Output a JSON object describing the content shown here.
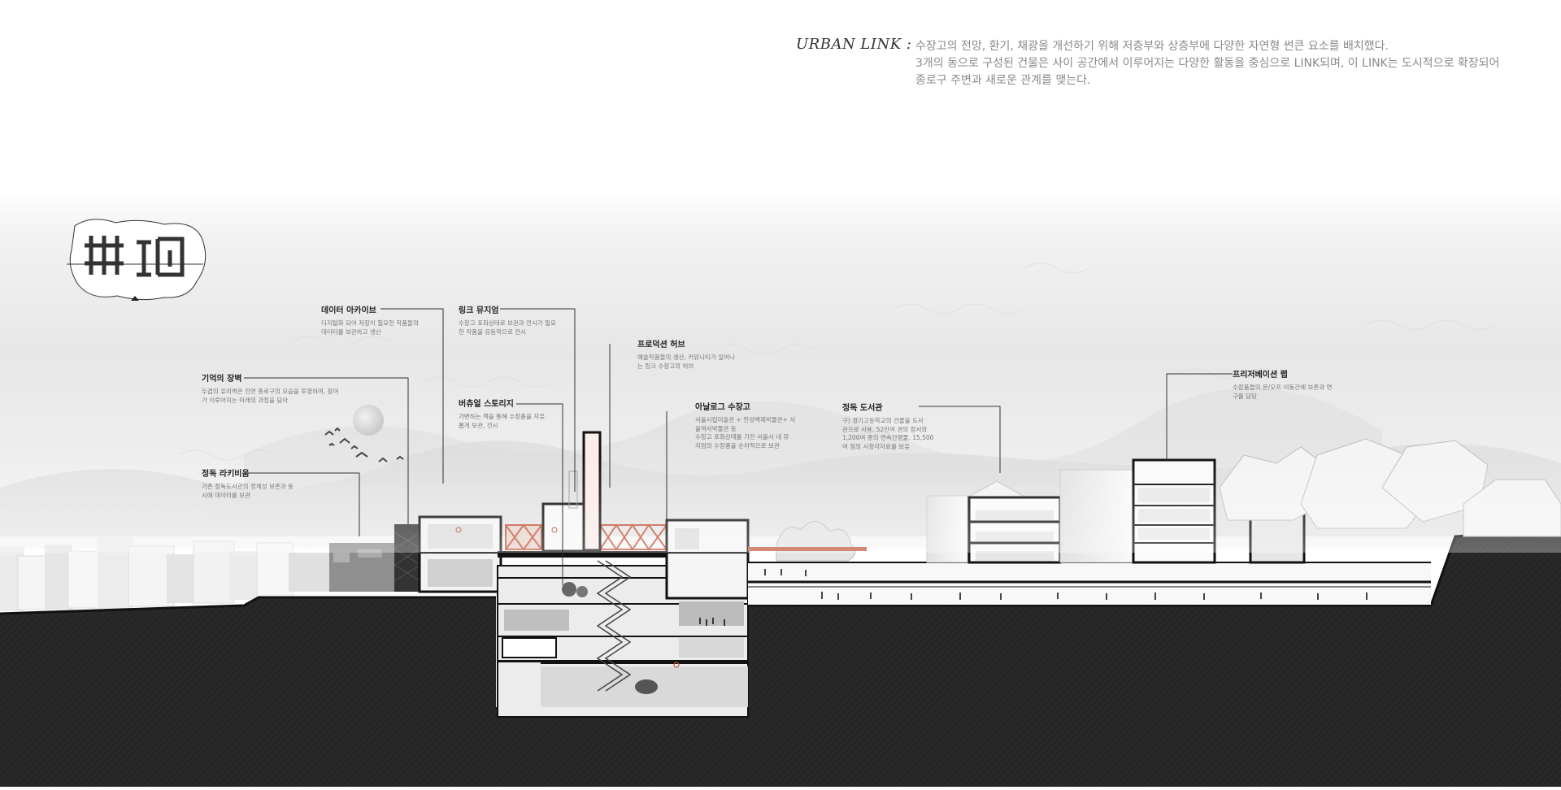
{
  "header": {
    "title": "URBAN LINK :",
    "lines": [
      "수장고의 전망, 환기, 채광을 개선하기 위해 저층부와 상층부에 다양한 자연형 썬큰 요소를 배치했다.",
      "3개의 동으로 구성된 건물은 사이 공간에서 이루어지는 다양한 활동을 중심으로 LINK되며, 이 LINK는 도시적으로 확장되어",
      "종로구 주변과 새로운 관계를 맺는다."
    ]
  },
  "logo": {
    "icon": "calligraphy-seal-icon"
  },
  "labels": [
    {
      "id": "data-archive",
      "title": "데이터 아카이브",
      "desc": [
        "디지털화 되어 저장이 필요한 작품들의",
        "데이터를 보관하고 생산"
      ]
    },
    {
      "id": "link-museum",
      "title": "링크 뮤지엄",
      "desc": [
        "수장고 포화상태로 보관과 전시가 필요",
        "한 작품을 유동적으로 전시"
      ]
    },
    {
      "id": "production-hub",
      "title": "프로덕션 허브",
      "desc": [
        "예술작품들의 생산, 커뮤니티가 일어나",
        "는 링크 수장고의 허브"
      ]
    },
    {
      "id": "memory-wall",
      "title": "기억의 장벽",
      "desc": [
        "두겹의 유리벽은 전면 종로구의 모습을 투영하며, 참여",
        "가 이루어지는 미래의 과정을 담아"
      ]
    },
    {
      "id": "virtual-storage",
      "title": "버츄얼 스토리지",
      "desc": [
        "가변하는 책을 통해 수장품을 자유",
        "롭게 보관, 전시"
      ]
    },
    {
      "id": "analog-storage",
      "title": "아날로그 수장고",
      "desc": [
        "서울시립미술관 + 한성백제박물관+ 서",
        "울역사박물관 등",
        "수장고 포화상태를 가진 서울시 내 뮤",
        "지엄의 수장품을 순차적으로 보관"
      ]
    },
    {
      "id": "jeongdok-library",
      "title": "정독 도서관",
      "desc": [
        "구) 경기고등학교의 건물을 도서",
        "관으로 사용, 52만여 권의 장서와",
        "1,200여 종의 연속간행물, 15,500",
        "여 점의 시청각자료를 보유"
      ]
    },
    {
      "id": "jeongdok-rakivium",
      "title": "정독 라키비움",
      "desc": [
        "기존 정독도서관의 정체성 보존과 동",
        "시에 데이터를 보관"
      ]
    },
    {
      "id": "preservation-lab",
      "title": "프리저베이션 랩",
      "desc": [
        "수장품들의 온/오프 이동간에 보존과 연",
        "구를 담당"
      ]
    }
  ],
  "colors": {
    "ground": "#2a2a2a",
    "accent": "#c2563b",
    "leader": "#333333",
    "sky_fog": "#e9e9e9"
  }
}
